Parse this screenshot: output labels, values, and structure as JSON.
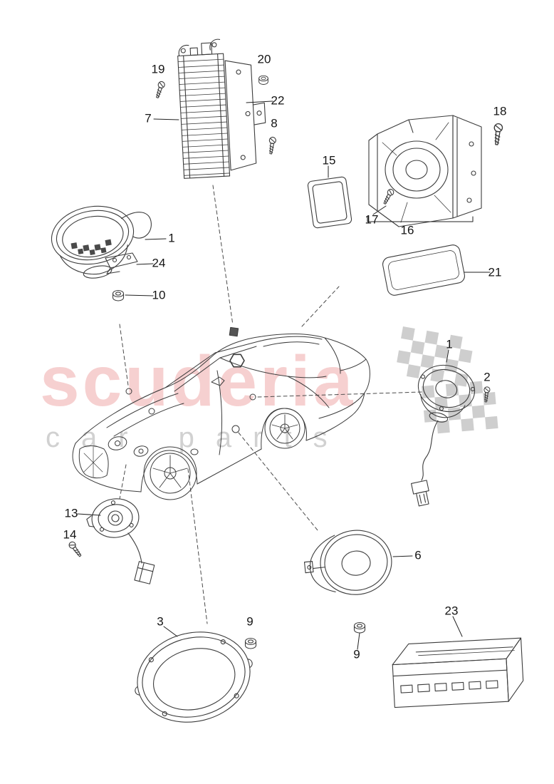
{
  "watermark": {
    "brand": "scuderia",
    "tagline": "car parts"
  },
  "diagram": {
    "colors": {
      "line": "#3c3c3c",
      "leader": "#222222",
      "watermark_brand": "#efabab",
      "watermark_tagline": "#cfcfcf",
      "checker": "#c9c9c9"
    },
    "callouts": [
      {
        "label": "19"
      },
      {
        "label": "20"
      },
      {
        "label": "22"
      },
      {
        "label": "7"
      },
      {
        "label": "8"
      },
      {
        "label": "18"
      },
      {
        "label": "15"
      },
      {
        "label": "17"
      },
      {
        "label": "16"
      },
      {
        "label": "21"
      },
      {
        "label": "1"
      },
      {
        "label": "24"
      },
      {
        "label": "10"
      },
      {
        "label": "1"
      },
      {
        "label": "2"
      },
      {
        "label": "13"
      },
      {
        "label": "14"
      },
      {
        "label": "6"
      },
      {
        "label": "3"
      },
      {
        "label": "9"
      },
      {
        "label": "9"
      },
      {
        "label": "23"
      }
    ]
  }
}
